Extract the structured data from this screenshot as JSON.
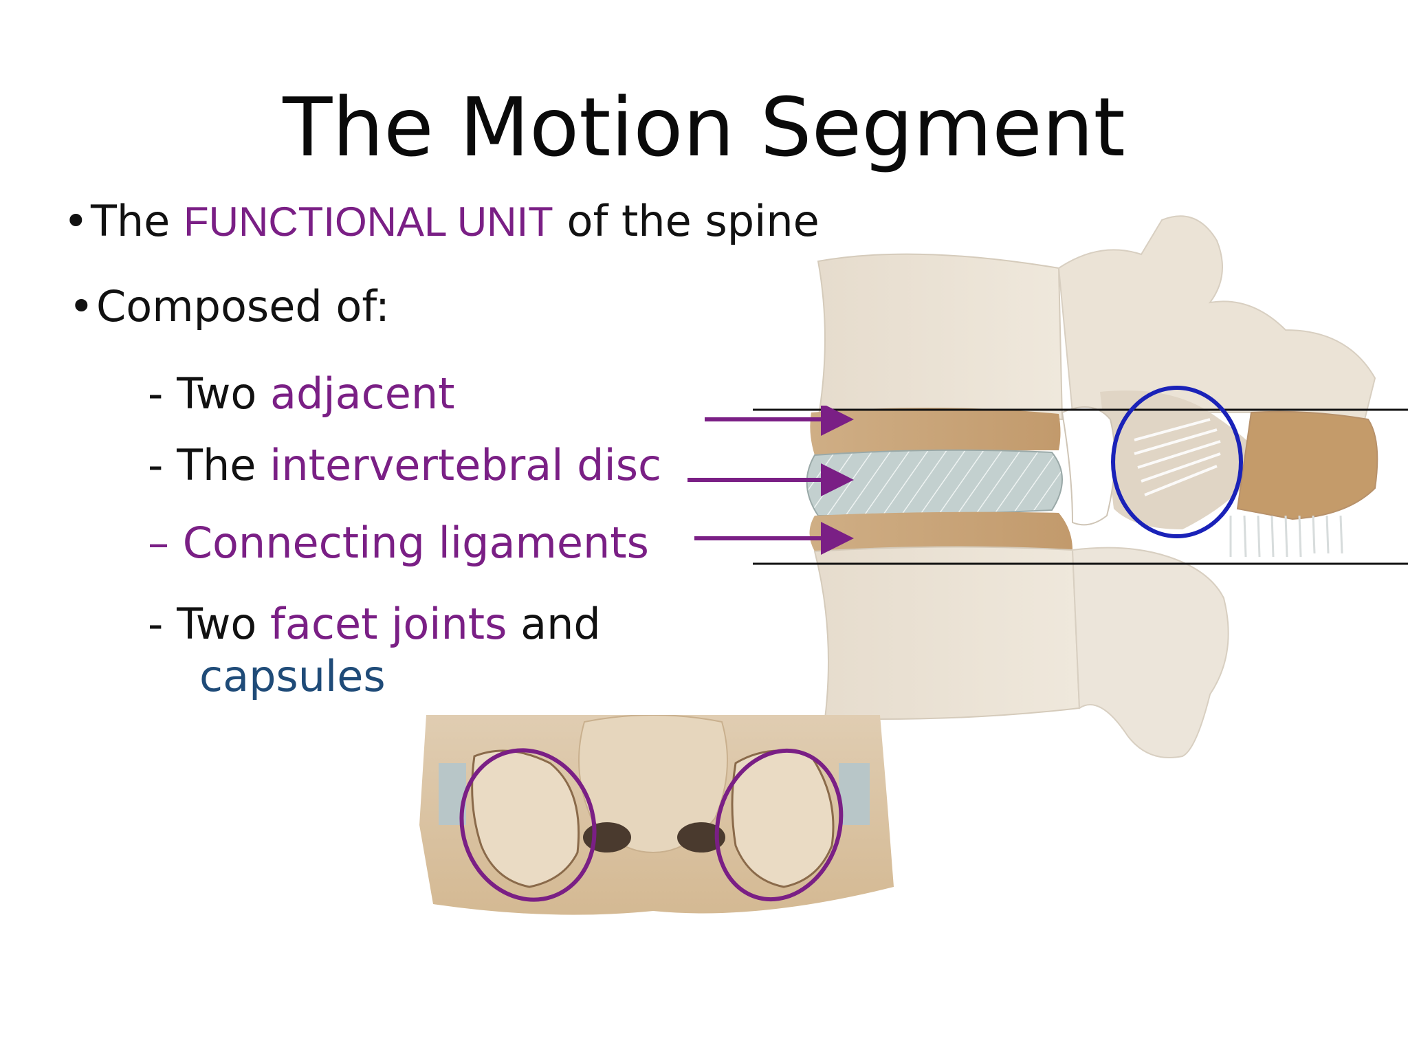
{
  "slide": {
    "title": "The Motion Segment",
    "bullets": [
      {
        "prefix": "The ",
        "highlight": "FUNCTIONAL UNIT",
        "suffix": " of the spine"
      },
      {
        "text": "Composed of:"
      }
    ],
    "components": [
      {
        "prefix": "- Two ",
        "highlight": "adjacent"
      },
      {
        "prefix": "- The ",
        "highlight": "intervertebral disc"
      },
      {
        "highlight": "– Connecting ligaments"
      },
      {
        "prefix": "- Two ",
        "highlight": "facet joints",
        "suffix": " and",
        "continuation": "capsules"
      }
    ],
    "bullet_glyph": "•"
  },
  "colors": {
    "highlight": "#7a1f85",
    "capsules": "#1f4b78",
    "arrows": "#7a1f85",
    "facet_circle_lateral": "#1a22b8",
    "facet_circles_posterior": "#7a1f85",
    "bone": "#d8c0a0",
    "disc": "#b9c8c8"
  }
}
